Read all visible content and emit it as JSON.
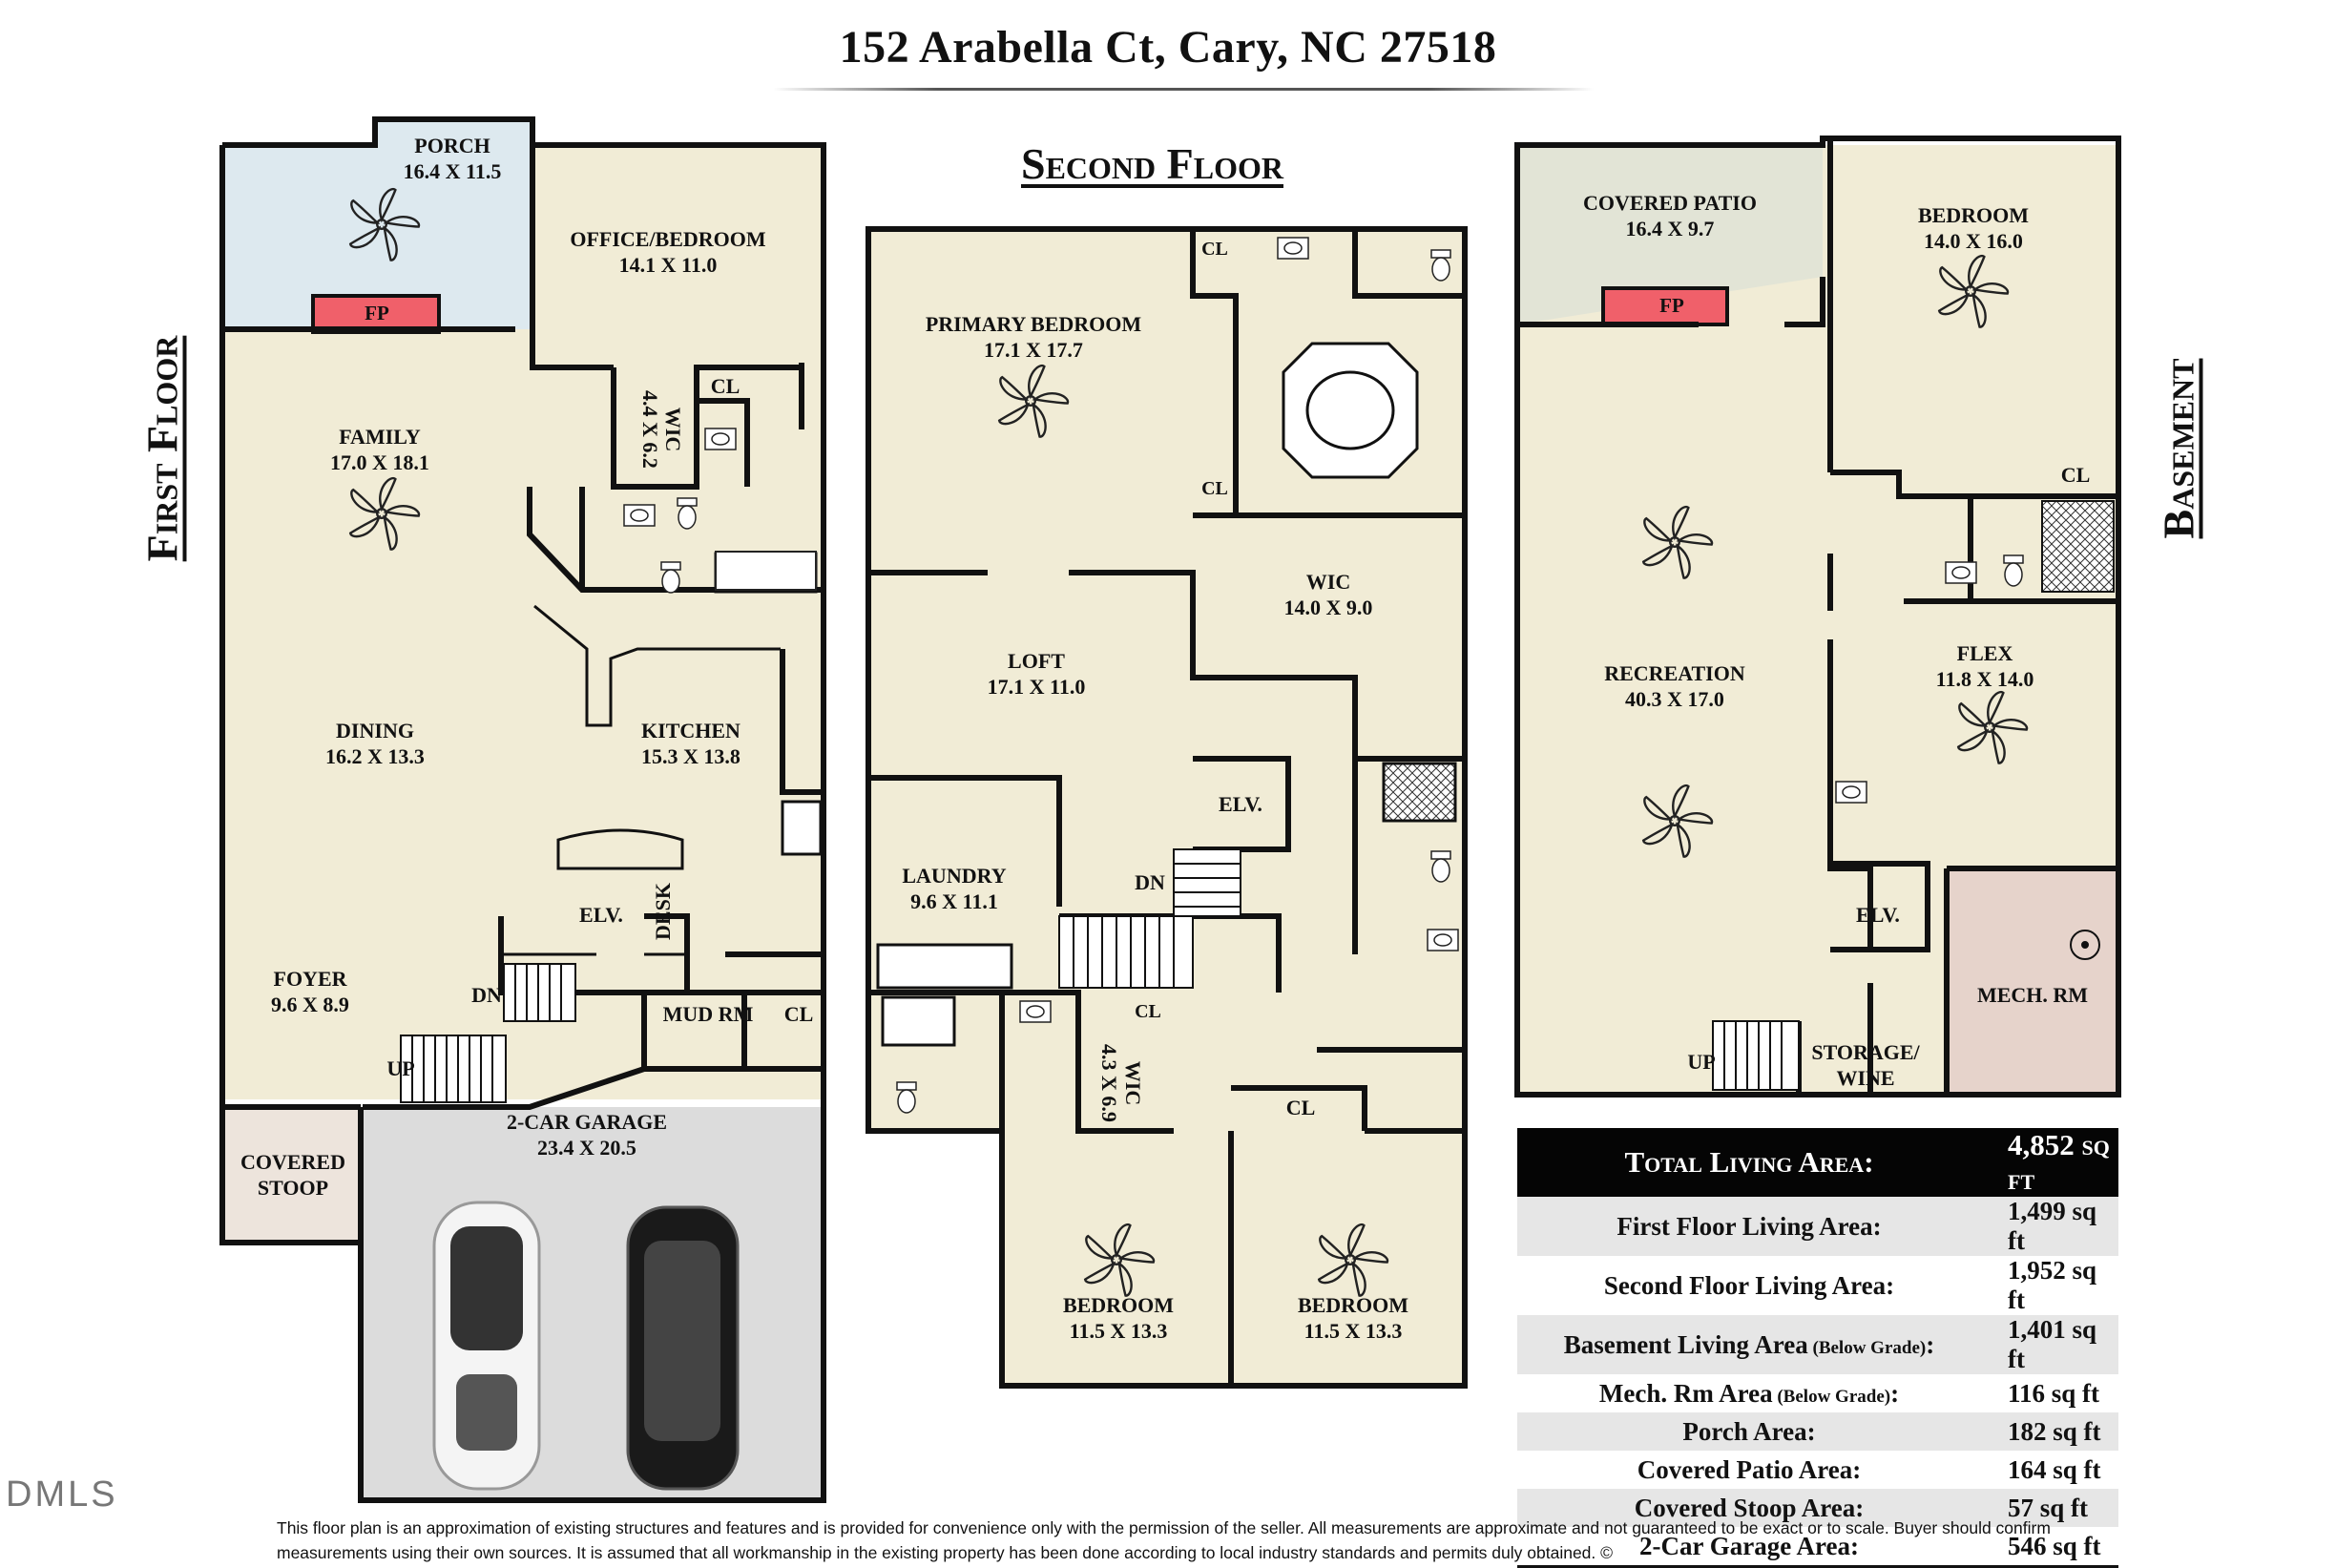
{
  "title": "152 Arabella Ct, Cary, NC 27518",
  "floors": {
    "first": "First Floor",
    "second": "Second Floor",
    "basement": "Basement"
  },
  "rooms": {
    "porch": {
      "name": "PORCH",
      "dims": "16.4 X 11.5"
    },
    "office": {
      "name": "OFFICE/BEDROOM",
      "dims": "14.1 X 11.0"
    },
    "family": {
      "name": "FAMILY",
      "dims": "17.0 X 18.1"
    },
    "wic_first": {
      "name": "WIC",
      "dims": "4.4 X 6.2"
    },
    "dining": {
      "name": "DINING",
      "dims": "16.2 X 13.3"
    },
    "kitchen": {
      "name": "KITCHEN",
      "dims": "15.3 X 13.8"
    },
    "foyer": {
      "name": "FOYER",
      "dims": "9.6 X 8.9"
    },
    "garage": {
      "name": "2-CAR GARAGE",
      "dims": "23.4 X 20.5"
    },
    "stoop": {
      "name": "COVERED STOOP"
    },
    "primary": {
      "name": "PRIMARY BEDROOM",
      "dims": "17.1 X 17.7"
    },
    "loft": {
      "name": "LOFT",
      "dims": "17.1 X 11.0"
    },
    "wic_primary": {
      "name": "WIC",
      "dims": "14.0 X 9.0"
    },
    "laundry": {
      "name": "LAUNDRY",
      "dims": "9.6 X 11.1"
    },
    "wic_second": {
      "name": "WIC",
      "dims": "4.3 X 6.9"
    },
    "bed2": {
      "name": "BEDROOM",
      "dims": "11.5 X 13.3"
    },
    "bed3": {
      "name": "BEDROOM",
      "dims": "11.5 X 13.3"
    },
    "patio": {
      "name": "COVERED PATIO",
      "dims": "16.4 X 9.7"
    },
    "bed_base": {
      "name": "BEDROOM",
      "dims": "14.0 X 16.0"
    },
    "recreation": {
      "name": "RECREATION",
      "dims": "40.3 X 17.0"
    },
    "flex": {
      "name": "FLEX",
      "dims": "11.8 X 14.0"
    },
    "mech": {
      "name": "MECH. RM"
    },
    "storage": {
      "name": "STORAGE/",
      "name2": "WINE"
    }
  },
  "labels": {
    "fp": "FP",
    "cl": "CL",
    "elv": "ELV.",
    "dn": "DN",
    "up": "UP",
    "desk": "DESK",
    "mud": "MUD RM"
  },
  "areas": {
    "header_label": "Total Living Area:",
    "header_value": "4,852 sq ft",
    "rows": [
      {
        "label": "First Floor Living Area:",
        "note": "",
        "value": "1,499 sq ft"
      },
      {
        "label": "Second Floor Living Area:",
        "note": "",
        "value": "1,952 sq ft"
      },
      {
        "label": "Basement Living Area",
        "note": " (Below Grade)",
        "value": "1,401 sq ft",
        "suffix": ":"
      },
      {
        "label": "Mech. Rm Area",
        "note": " (Below Grade)",
        "value": "116 sq ft",
        "suffix": ":"
      },
      {
        "label": "Porch Area:",
        "note": "",
        "value": "182 sq ft"
      },
      {
        "label": "Covered Patio Area:",
        "note": "",
        "value": "164 sq ft"
      },
      {
        "label": "Covered Stoop Area:",
        "note": "",
        "value": "57 sq ft"
      },
      {
        "label": "2-Car Garage Area:",
        "note": "",
        "value": "546 sq ft"
      }
    ]
  },
  "disclaimer": "This floor plan is an approximation of existing structures and features and is provided for convenience only with the permission of the seller.  All measurements are approximate and not guaranteed to be exact or to scale.  Buyer should confirm measurements using their own sources.  It is assumed that all workmanship in the existing property has been done according to local industry standards and permits duly obtained.  ©",
  "watermark": "DMLS",
  "colors": {
    "floor": "#f1ecd6",
    "porch": "#dde9ef",
    "patio": "#e2e4d6",
    "garage": "#dcdcdc",
    "stoop": "#ede4dc",
    "mech": "#e6d3cb",
    "fireplace": "#f0606a",
    "wall": "#111111"
  }
}
